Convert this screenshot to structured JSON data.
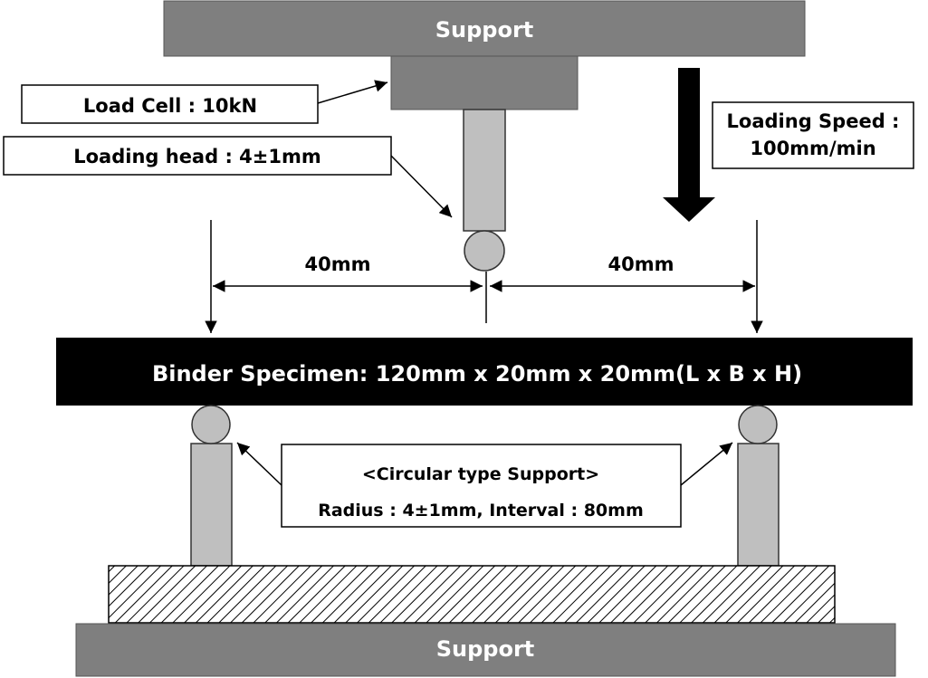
{
  "top_support": {
    "label": "Support"
  },
  "bottom_support": {
    "label": "Support"
  },
  "callouts": {
    "load_cell": "Load Cell : 10kN",
    "loading_head": "Loading head : 4±1mm",
    "loading_speed_line1": "Loading Speed :",
    "loading_speed_line2": "100mm/min",
    "support_title": "<Circular type Support>",
    "support_detail": "Radius : 4±1mm,  Interval : 80mm"
  },
  "dimensions": {
    "left_span": "40mm",
    "right_span": "40mm"
  },
  "specimen": {
    "label": "Binder Specimen: 120mm x 20mm x 20mm(L x B x H)"
  },
  "colors": {
    "support_fill": "#7f7f7f",
    "support_text": "#ffffff",
    "specimen_fill": "#000000",
    "specimen_text": "#ffffff",
    "roller_fill": "#bfbfbf",
    "load_cell_fill": "#7f7f7f",
    "line": "#000000"
  }
}
